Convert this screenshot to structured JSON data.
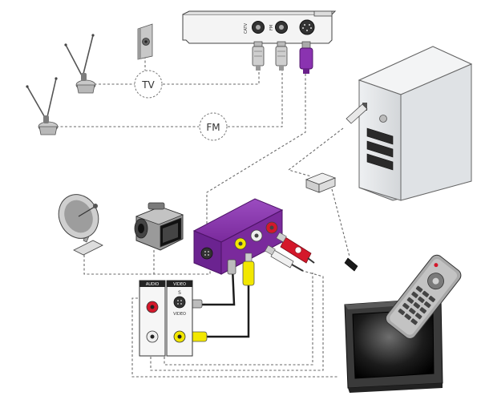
{
  "labels": {
    "tv": "TV",
    "fm": "FM",
    "card_catv": "CATV",
    "card_fm": "FM",
    "panel_audio": "AUDIO",
    "panel_video": "VIDEO",
    "panel_s": "S",
    "panel_video_small": "VIDEO"
  },
  "colors": {
    "purple": "#7a2a9c",
    "purple_dark": "#4d1366",
    "yellow": "#f2e700",
    "red": "#d4182b",
    "grey_wire": "#6a6a6a"
  }
}
